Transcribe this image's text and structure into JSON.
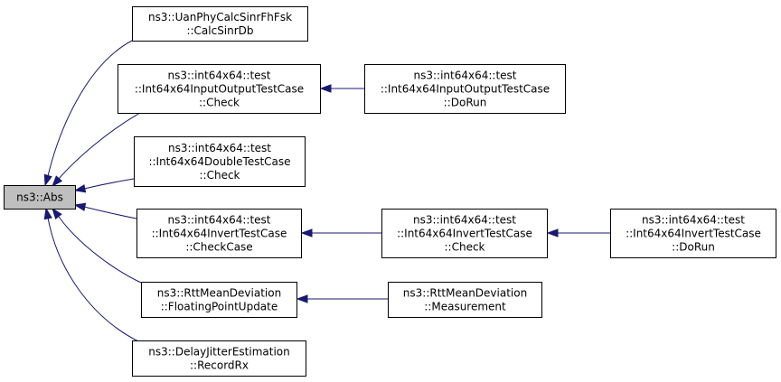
{
  "colors": {
    "edge": "#191970",
    "root_fill": "#bfbfbf",
    "node_fill": "#ffffff",
    "node_border": "#000000",
    "text": "#000000"
  },
  "nodes": {
    "abs": {
      "lines": [
        "ns3::Abs"
      ]
    },
    "uan_calc_sinr_db": {
      "lines": [
        "ns3::UanPhyCalcSinrFhFsk",
        "::CalcSinrDb"
      ]
    },
    "io_check": {
      "lines": [
        "ns3::int64x64::test",
        "::Int64x64InputOutputTestCase",
        "::Check"
      ]
    },
    "io_dorun": {
      "lines": [
        "ns3::int64x64::test",
        "::Int64x64InputOutputTestCase",
        "::DoRun"
      ]
    },
    "double_check": {
      "lines": [
        "ns3::int64x64::test",
        "::Int64x64DoubleTestCase",
        "::Check"
      ]
    },
    "invert_checkcase": {
      "lines": [
        "ns3::int64x64::test",
        "::Int64x64InvertTestCase",
        "::CheckCase"
      ]
    },
    "invert_check": {
      "lines": [
        "ns3::int64x64::test",
        "::Int64x64InvertTestCase",
        "::Check"
      ]
    },
    "invert_dorun": {
      "lines": [
        "ns3::int64x64::test",
        "::Int64x64InvertTestCase",
        "::DoRun"
      ]
    },
    "rtt_floating": {
      "lines": [
        "ns3::RttMeanDeviation",
        "::FloatingPointUpdate"
      ]
    },
    "rtt_measurement": {
      "lines": [
        "ns3::RttMeanDeviation",
        "::Measurement"
      ]
    },
    "delay_recordrx": {
      "lines": [
        "ns3::DelayJitterEstimation",
        "::RecordRx"
      ]
    }
  },
  "edges": [
    {
      "from": "uan_calc_sinr_db",
      "to": "abs"
    },
    {
      "from": "io_check",
      "to": "abs"
    },
    {
      "from": "double_check",
      "to": "abs"
    },
    {
      "from": "invert_checkcase",
      "to": "abs"
    },
    {
      "from": "rtt_floating",
      "to": "abs"
    },
    {
      "from": "delay_recordrx",
      "to": "abs"
    },
    {
      "from": "io_dorun",
      "to": "io_check"
    },
    {
      "from": "invert_check",
      "to": "invert_checkcase"
    },
    {
      "from": "invert_dorun",
      "to": "invert_check"
    },
    {
      "from": "rtt_measurement",
      "to": "rtt_floating"
    }
  ]
}
